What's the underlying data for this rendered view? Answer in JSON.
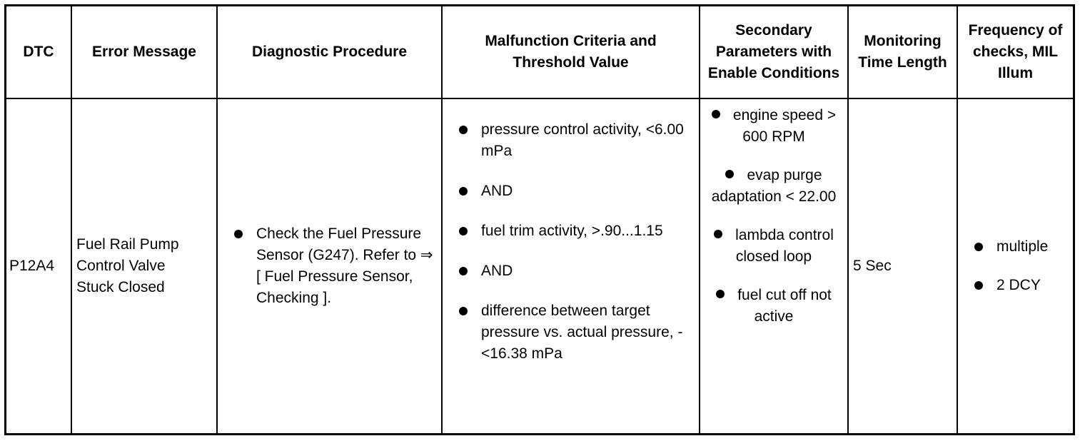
{
  "headers": {
    "dtc": "DTC",
    "error_message": "Error Message",
    "diagnostic_procedure": "Diagnostic Procedure",
    "malfunction_criteria": "Malfunction Criteria and Threshold Value",
    "secondary_parameters": "Secondary Parameters with Enable Conditions",
    "monitoring_time": "Monitoring Time Length",
    "frequency": "Frequency of checks, MIL Illum"
  },
  "row": {
    "dtc": "P12A4",
    "error_message": "Fuel Rail Pump Control Valve Stuck Closed",
    "diagnostic_procedure": [
      "Check the Fuel Pressure Sensor (G247). Refer to ⇒ [ Fuel Pressure Sensor, Checking ]."
    ],
    "malfunction_criteria": [
      "pressure control activity, <6.00 mPa",
      "AND",
      "fuel trim activity, >.90...1.15",
      "AND",
      "difference between target pressure vs. actual pressure, -<16.38 mPa"
    ],
    "secondary_parameters": [
      "engine speed > 600 RPM",
      "evap purge adaptation < 22.00",
      "lambda control closed loop",
      "fuel cut off not active"
    ],
    "monitoring_time": "5 Sec",
    "frequency": [
      "multiple",
      "2 DCY"
    ]
  }
}
